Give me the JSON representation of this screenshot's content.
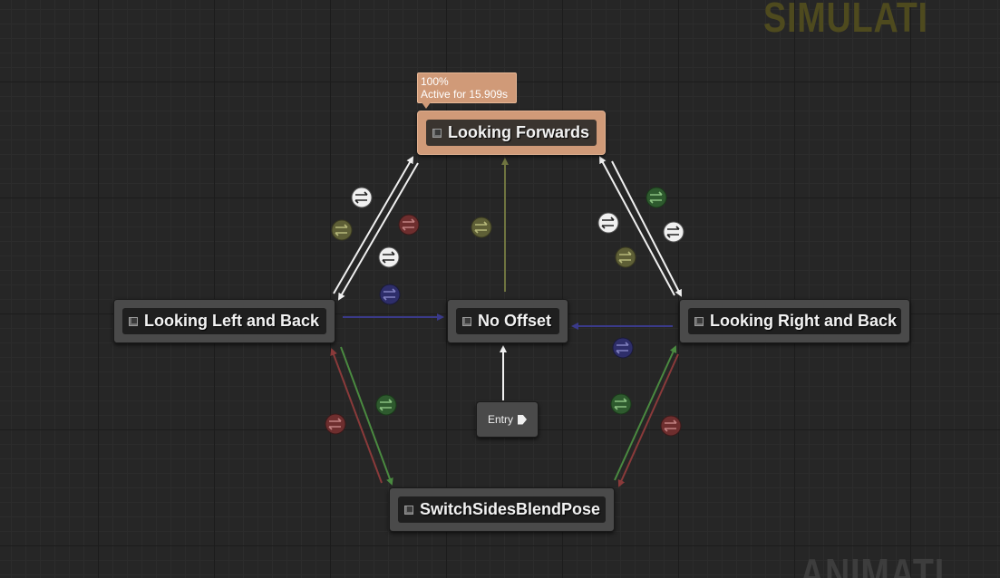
{
  "graph": {
    "watermark_top": "SIMULATI",
    "watermark_bottom": "ANIMATI",
    "tooltip": {
      "weight": "100%",
      "active_time": "Active for 15.909s"
    },
    "entry": {
      "label": "Entry"
    },
    "states": {
      "looking_forwards": "Looking Forwards",
      "looking_left_and_back": "Looking Left and Back",
      "no_offset": "No Offset",
      "looking_right_and_back": "Looking Right and Back",
      "switch_sides_blend_pose": "SwitchSidesBlendPose"
    },
    "active_state": "looking_forwards"
  },
  "colors": {
    "background": "#262626",
    "node": "#4a4a4a",
    "active_node": "#d09a78",
    "transition_white": "#f0f0f0",
    "transition_olive": "#6f7440",
    "transition_red": "#8a3a3a",
    "transition_green": "#4a8a40",
    "transition_blue": "#3a3a8a"
  },
  "icons": {
    "transition_rule": "bidirectional-arrows-icon",
    "state": "state-square-icon",
    "entry": "play-arrow-icon"
  }
}
